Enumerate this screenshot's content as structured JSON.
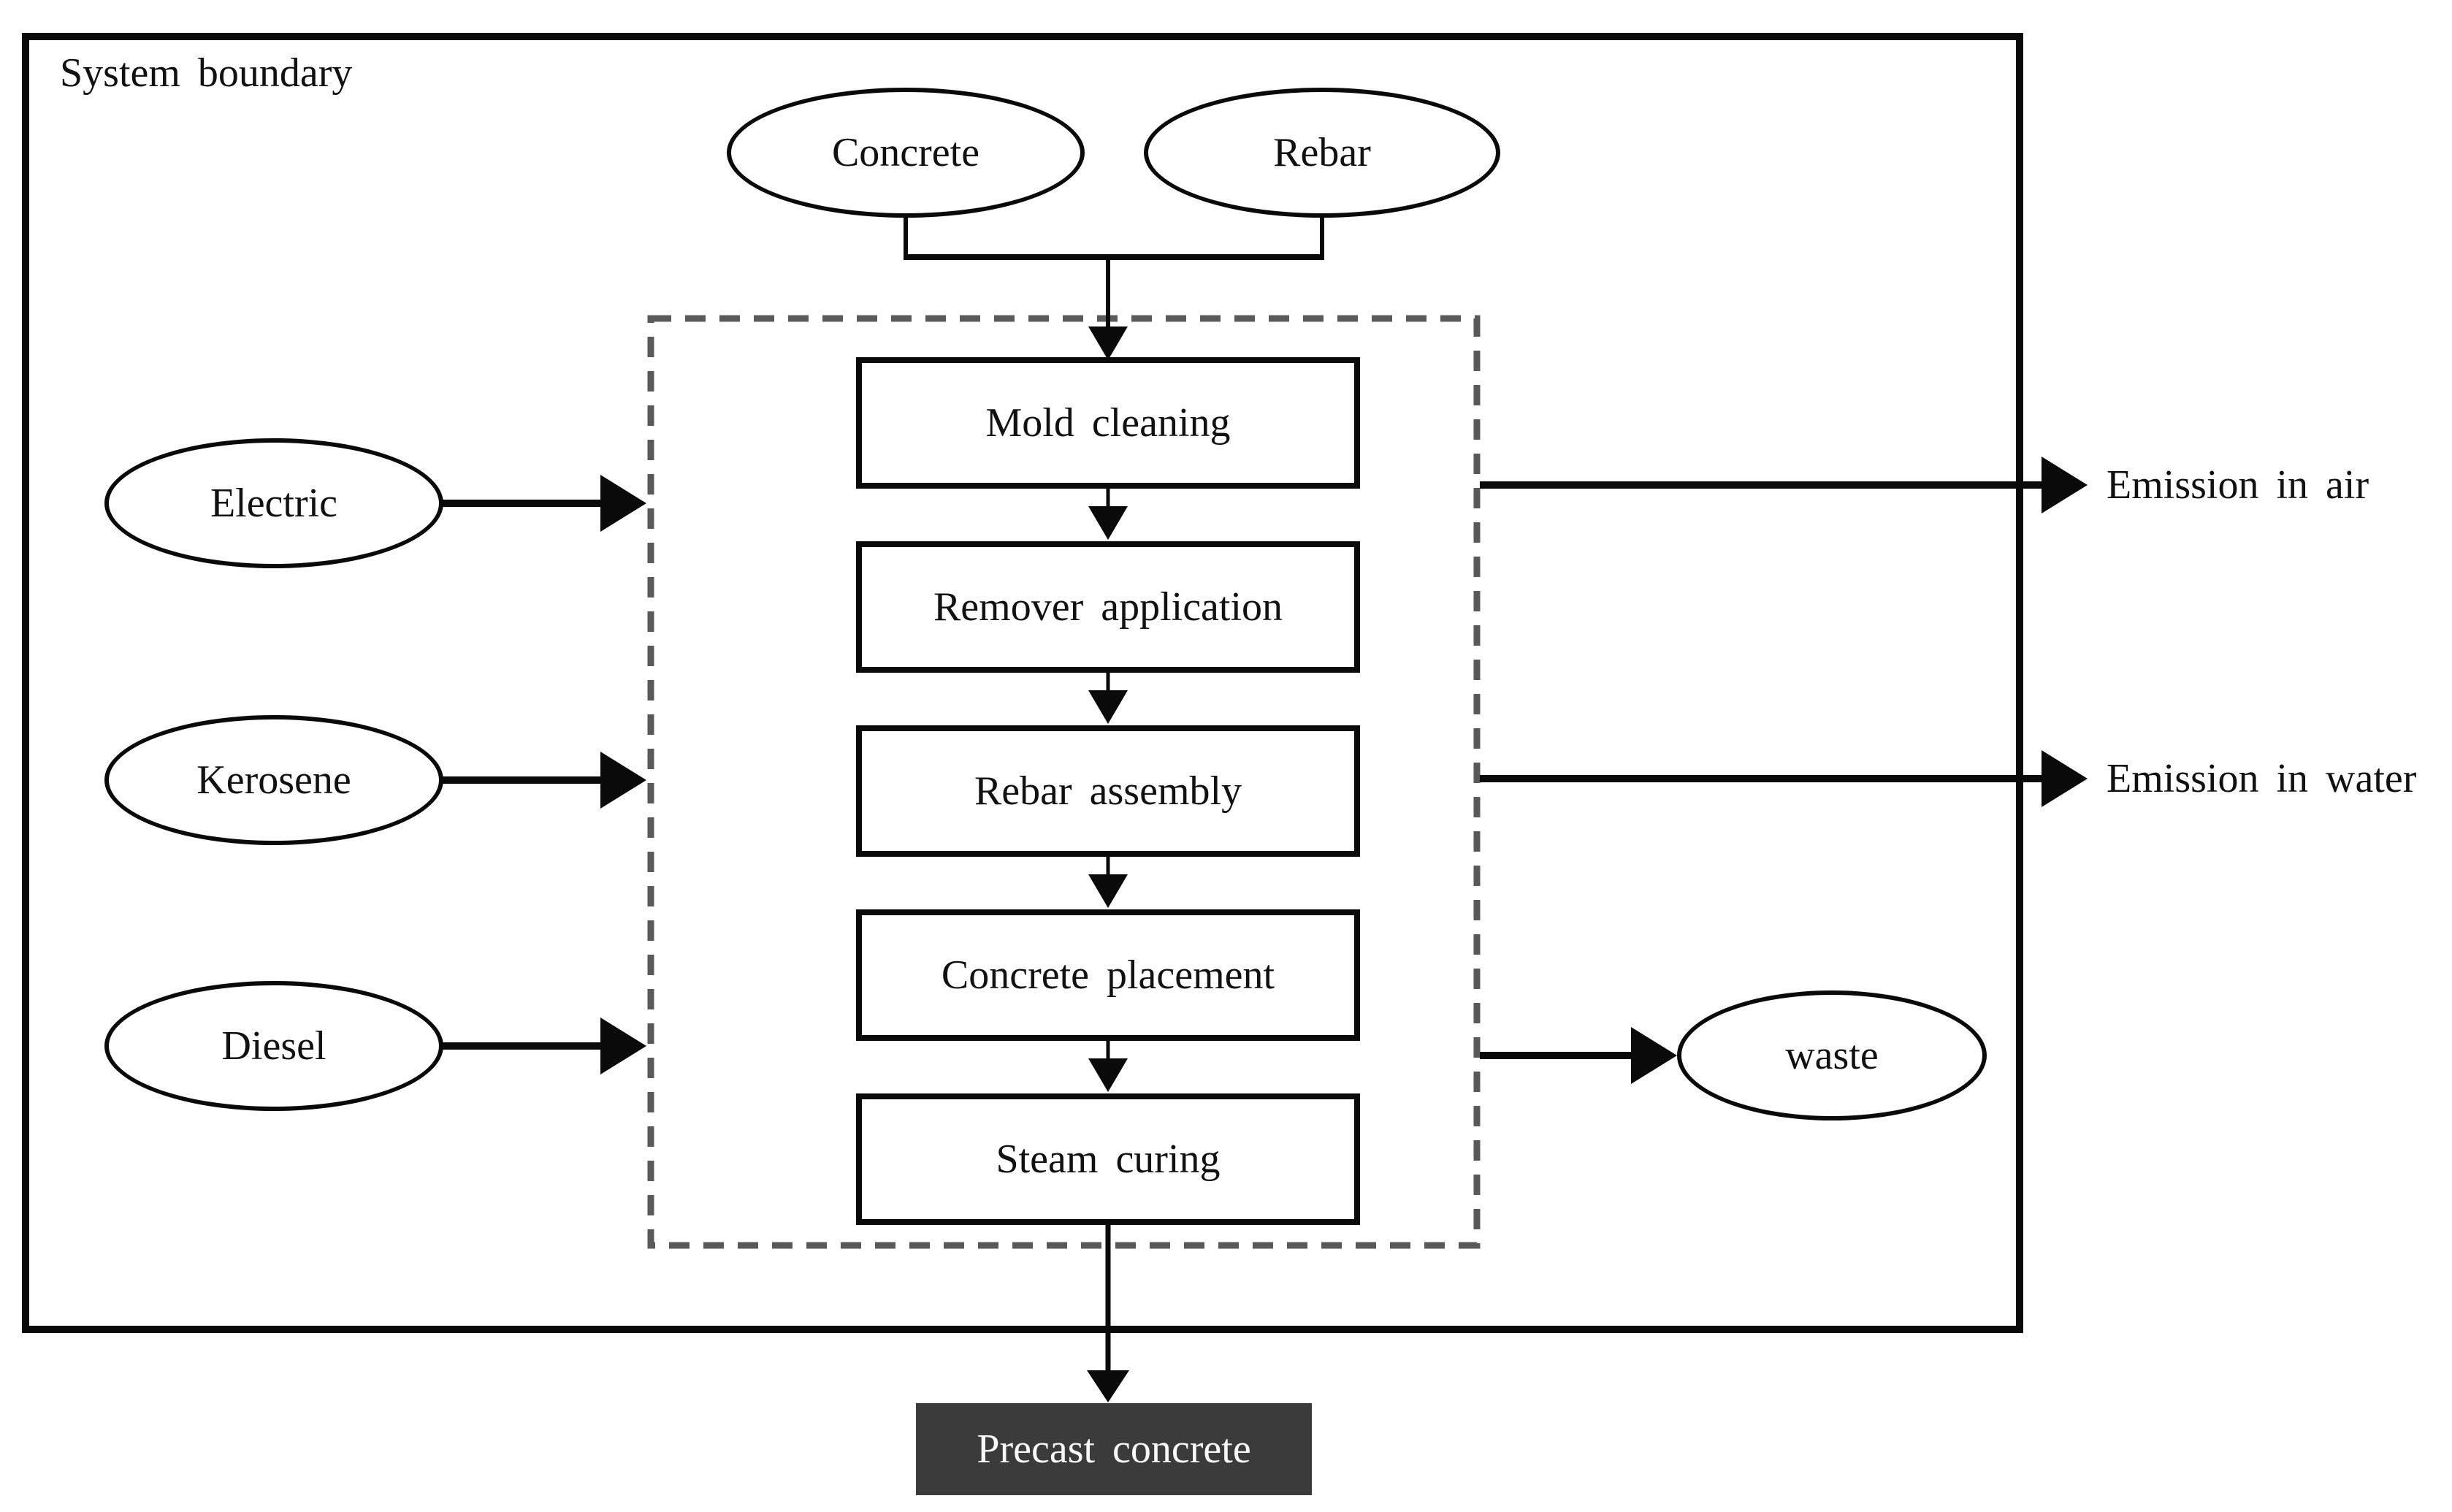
{
  "diagram": {
    "boundary_label": "System boundary",
    "top_inputs": [
      {
        "label": "Concrete"
      },
      {
        "label": "Rebar"
      }
    ],
    "left_inputs": [
      {
        "label": "Electric"
      },
      {
        "label": "Kerosene"
      },
      {
        "label": "Diesel"
      }
    ],
    "processes": [
      {
        "label": "Mold cleaning"
      },
      {
        "label": "Remover application"
      },
      {
        "label": "Rebar assembly"
      },
      {
        "label": "Concrete placement"
      },
      {
        "label": "Steam curing"
      }
    ],
    "right_outputs": [
      {
        "label": "Emission in air"
      },
      {
        "label": "Emission in water"
      }
    ],
    "waste_output": {
      "label": "waste"
    },
    "bottom_output": {
      "label": "Precast concrete"
    },
    "colors": {
      "line": "#0a0a0a",
      "dashed_border": "#595959",
      "output_box_bg": "#3b3b3b",
      "output_box_text": "#f8f8f8",
      "background": "#ffffff"
    }
  }
}
